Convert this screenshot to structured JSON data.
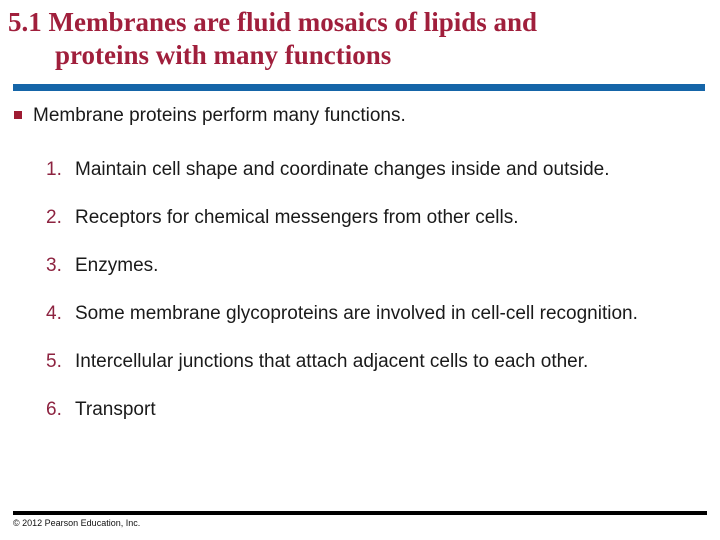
{
  "slide": {
    "title": {
      "line1": "5.1 Membranes are fluid mosaics of lipids and",
      "line2": "proteins with many functions"
    },
    "bullet_point": "Membrane proteins perform many functions.",
    "numbered_items": [
      {
        "num": "1.",
        "text": "Maintain cell shape and coordinate changes inside and outside."
      },
      {
        "num": "2.",
        "text": "Receptors for chemical messengers from other cells."
      },
      {
        "num": "3.",
        "text": "Enzymes."
      },
      {
        "num": "4.",
        "text": "Some membrane glycoproteins are involved in cell-cell recognition."
      },
      {
        "num": "5.",
        "text": "Intercellular junctions that attach adjacent cells to each other."
      },
      {
        "num": "6.",
        "text": "Transport"
      }
    ],
    "footer": "© 2012 Pearson Education, Inc.",
    "colors": {
      "title_crimson": "#a01f3c",
      "number_crimson": "#8d2340",
      "bullet_crimson": "#9e1b32",
      "divider_blue": "#1565a8",
      "rule_black": "#000000",
      "body_text": "#1a1a1a"
    }
  }
}
